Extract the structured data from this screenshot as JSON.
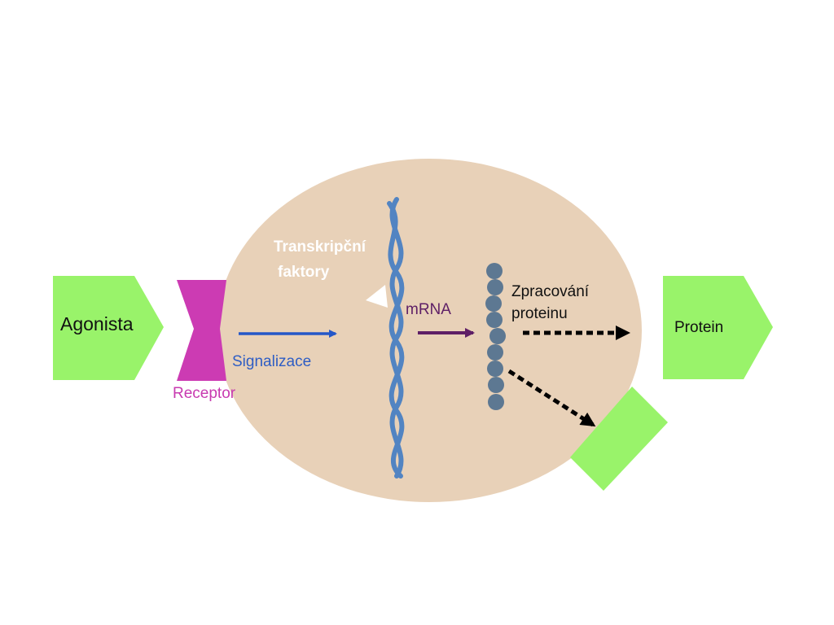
{
  "labels": {
    "agonist": "Agonista",
    "receptor": "Receptor",
    "signaling": "Signalizace",
    "transcription_factors_line1": "Transkripční",
    "transcription_factors_line2": "faktory",
    "mrna": "mRNA",
    "protein_processing_line1": "Zpracování",
    "protein_processing_line2": "proteinu",
    "protein": "Protein"
  },
  "colors": {
    "cell": "#e8d1b8",
    "agonist_shape": "#99f36a",
    "protein_shape": "#99f36a",
    "receptor": "#cc3bb3",
    "receptor_text": "#c83ab0",
    "signaling_arrow": "#2457c8",
    "signaling_text": "#2e5dc4",
    "dna_strand": "#5284c2",
    "mrna_arrow": "#5e1f66",
    "mrna_text": "#5e1f66",
    "amino_acid_bead": "#5d7892",
    "processing_arrow": "#000000",
    "label_dark": "#111111",
    "label_light": "#ffffff"
  },
  "icons": {
    "dna": "double-helix-icon",
    "peptide": "bead-chain-icon"
  }
}
